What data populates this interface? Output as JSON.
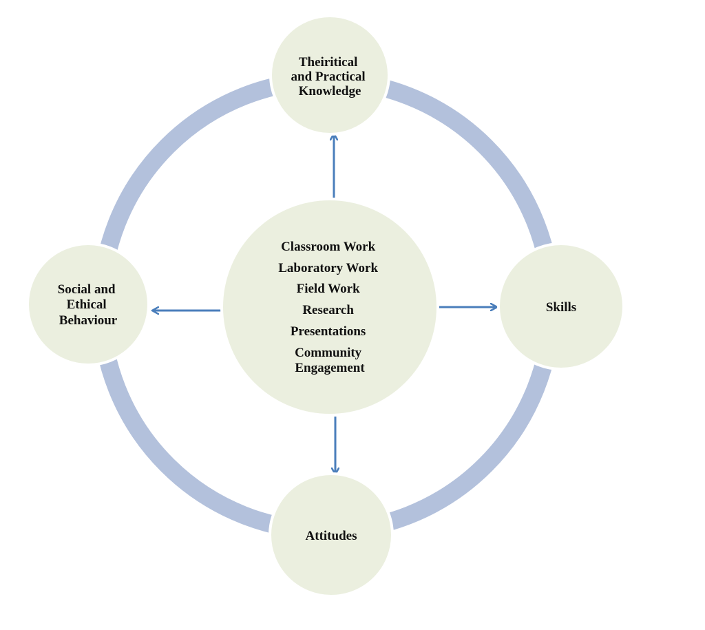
{
  "colors": {
    "ring": "#b3c1dc",
    "node_fill": "#ebefdf",
    "node_stroke": "#ffffff",
    "arrow": "#4a7ebb",
    "text": "#111111"
  },
  "center": {
    "items": [
      "Classroom Work",
      "Laboratory Work",
      "Field Work",
      "Research",
      "Presentations",
      "Community",
      "Engagement"
    ]
  },
  "nodes": {
    "top": {
      "lines": [
        "Theiritical",
        "and Practical",
        "Knowledge"
      ]
    },
    "right": {
      "lines": [
        "Skills"
      ]
    },
    "bottom": {
      "lines": [
        "Attitudes"
      ]
    },
    "left": {
      "lines": [
        "Social and",
        "Ethical",
        "Behaviour"
      ]
    }
  }
}
